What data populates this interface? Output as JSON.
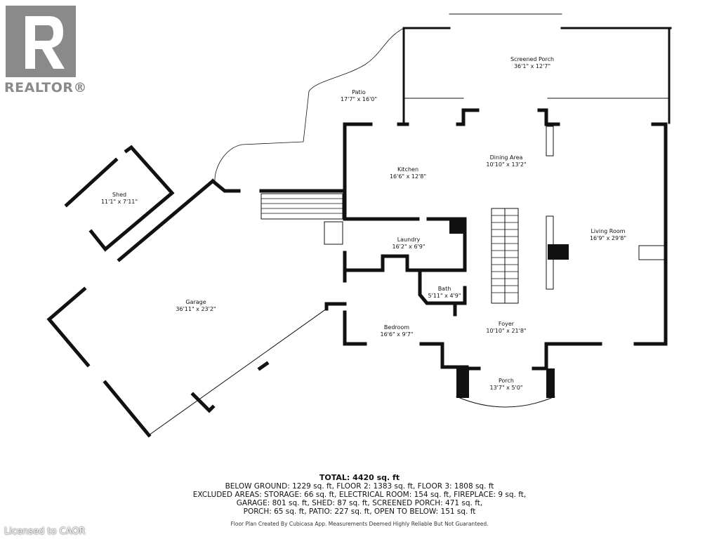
{
  "branding": {
    "logo_text": "REALTOR®",
    "license": "Licensed to CAOR"
  },
  "rooms": {
    "screened_porch": {
      "name": "Screened Porch",
      "dims": "36'1\" x 12'7\""
    },
    "patio": {
      "name": "Patio",
      "dims": "17'7\" x 16'0\""
    },
    "kitchen": {
      "name": "Kitchen",
      "dims": "16'6\" x 12'8\""
    },
    "dining": {
      "name": "Dining Area",
      "dims": "10'10\" x 13'2\""
    },
    "shed": {
      "name": "Shed",
      "dims": "11'1\" x 7'11\""
    },
    "laundry": {
      "name": "Laundry",
      "dims": "16'2\" x 6'9\""
    },
    "living": {
      "name": "Living Room",
      "dims": "16'9\" x 29'8\""
    },
    "garage": {
      "name": "Garage",
      "dims": "36'11\" x 23'2\""
    },
    "bath": {
      "name": "Bath",
      "dims": "5'11\" x 4'9\""
    },
    "bedroom": {
      "name": "Bedroom",
      "dims": "16'6\" x 9'7\""
    },
    "foyer": {
      "name": "Foyer",
      "dims": "10'10\" x 21'8\""
    },
    "porch": {
      "name": "Porch",
      "dims": "13'7\" x 5'0\""
    }
  },
  "summary": {
    "total": "TOTAL: 4420 sq. ft",
    "line1": "BELOW GROUND: 1229 sq. ft, FLOOR 2: 1383 sq. ft, FLOOR 3: 1808 sq. ft",
    "line2": "EXCLUDED AREAS: STORAGE: 66 sq. ft, ELECTRICAL ROOM: 154 sq. ft, FIREPLACE: 9 sq. ft,",
    "line3": "GARAGE: 801 sq. ft, SHED: 87 sq. ft, SCREENED PORCH: 471 sq. ft,",
    "line4": "PORCH: 65 sq. ft, PATIO: 227 sq. ft, OPEN TO BELOW: 151 sq. ft",
    "credit": "Floor Plan Created By Cubicasa App. Measurements Deemed Highly Reliable But Not Guaranteed."
  }
}
